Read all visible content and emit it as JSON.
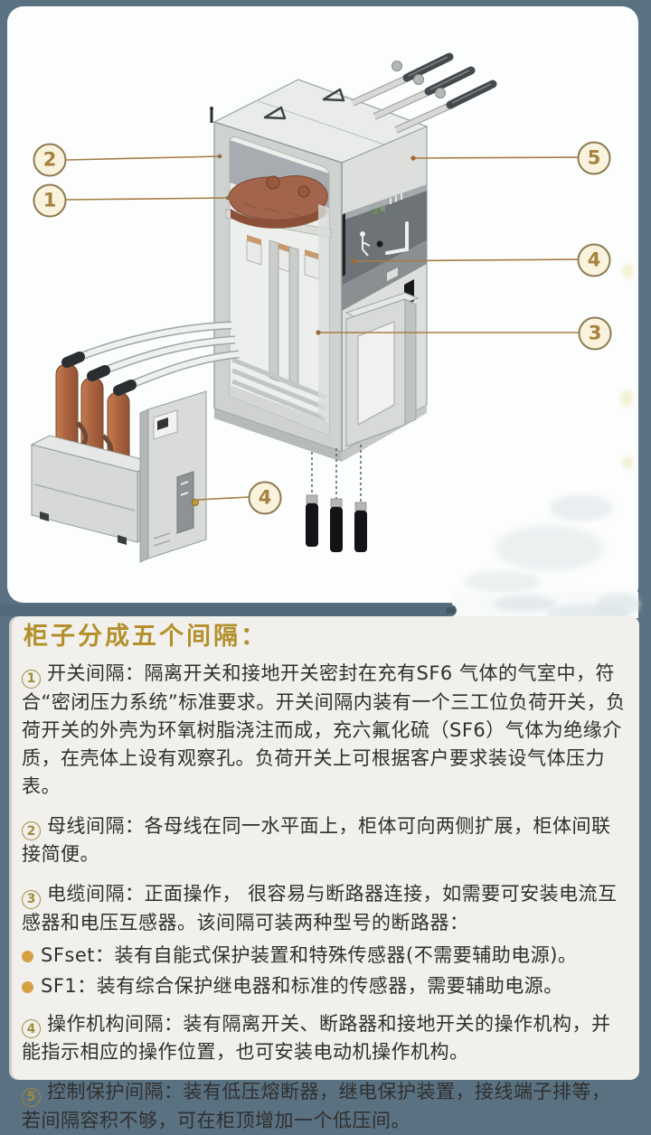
{
  "panel": {
    "title": "柜子分成五个间隔："
  },
  "diagram": {
    "description": "SF6环网柜五个间隔结构爆炸图",
    "callouts": [
      {
        "label": "2"
      },
      {
        "label": "1"
      },
      {
        "label": "5"
      },
      {
        "label": "4"
      },
      {
        "label": "3"
      },
      {
        "label": "4"
      }
    ]
  },
  "sections": [
    {
      "num": "1",
      "label": "开关间隔：",
      "text": "隔离开关和接地开关密封在充有SF6 气体的气室中，符合“密闭压力系统”标准要求。开关间隔内装有一个三工位负荷开关，负荷开关的外壳为环氧树脂浇注而成，充六氟化硫（SF6）气体为绝缘介质，在壳体上设有观察孔。负荷开关上可根据客户要求装设气体压力表。"
    },
    {
      "num": "2",
      "label": "母线间隔：",
      "text": "各母线在同一水平面上，柜体可向两侧扩展，柜体间联接简便。"
    },
    {
      "num": "3",
      "label": "电缆间隔：",
      "text": "正面操作， 很容易与断路器连接，如需要可安装电流互感器和电压互感器。该间隔可装两种型号的断路器："
    },
    {
      "num": "4",
      "label": "操作机构间隔：",
      "text": "装有隔离开关、断路器和接地开关的操作机构，并能指示相应的操作位置，也可安装电动机操作机构。"
    },
    {
      "num": "5",
      "label": "控制保护间隔：",
      "text": "装有低压熔断器，继电保护装置，接线端子排等，若间隔容积不够，可在柜顶增加一个低压间。"
    }
  ],
  "breaker_options": [
    {
      "name": "SFset：",
      "desc": "装有自能式保护装置和特殊传感器(不需要辅助电源)。"
    },
    {
      "name": "SF1：",
      "desc": "装有综合保护继电器和标准的传感器，需要辅助电源。"
    }
  ],
  "colors": {
    "frame_slate": "#5a7181",
    "divider_bar": "#546a7a",
    "top_panel_bg": "#fcfdfd",
    "text_panel_bg": "#f1f0ec",
    "heading_gold": "#b3902c",
    "marker_olive": "#a08c3a",
    "bullet_amber": "#d4a143",
    "callout_fill": "#f9f3dd",
    "callout_border": "#8d7a50",
    "callout_text": "#a6813f",
    "leader_line": "#a57d45",
    "copper_switch": "#a2644a",
    "cabinet_gray": "#d8dbd8"
  }
}
